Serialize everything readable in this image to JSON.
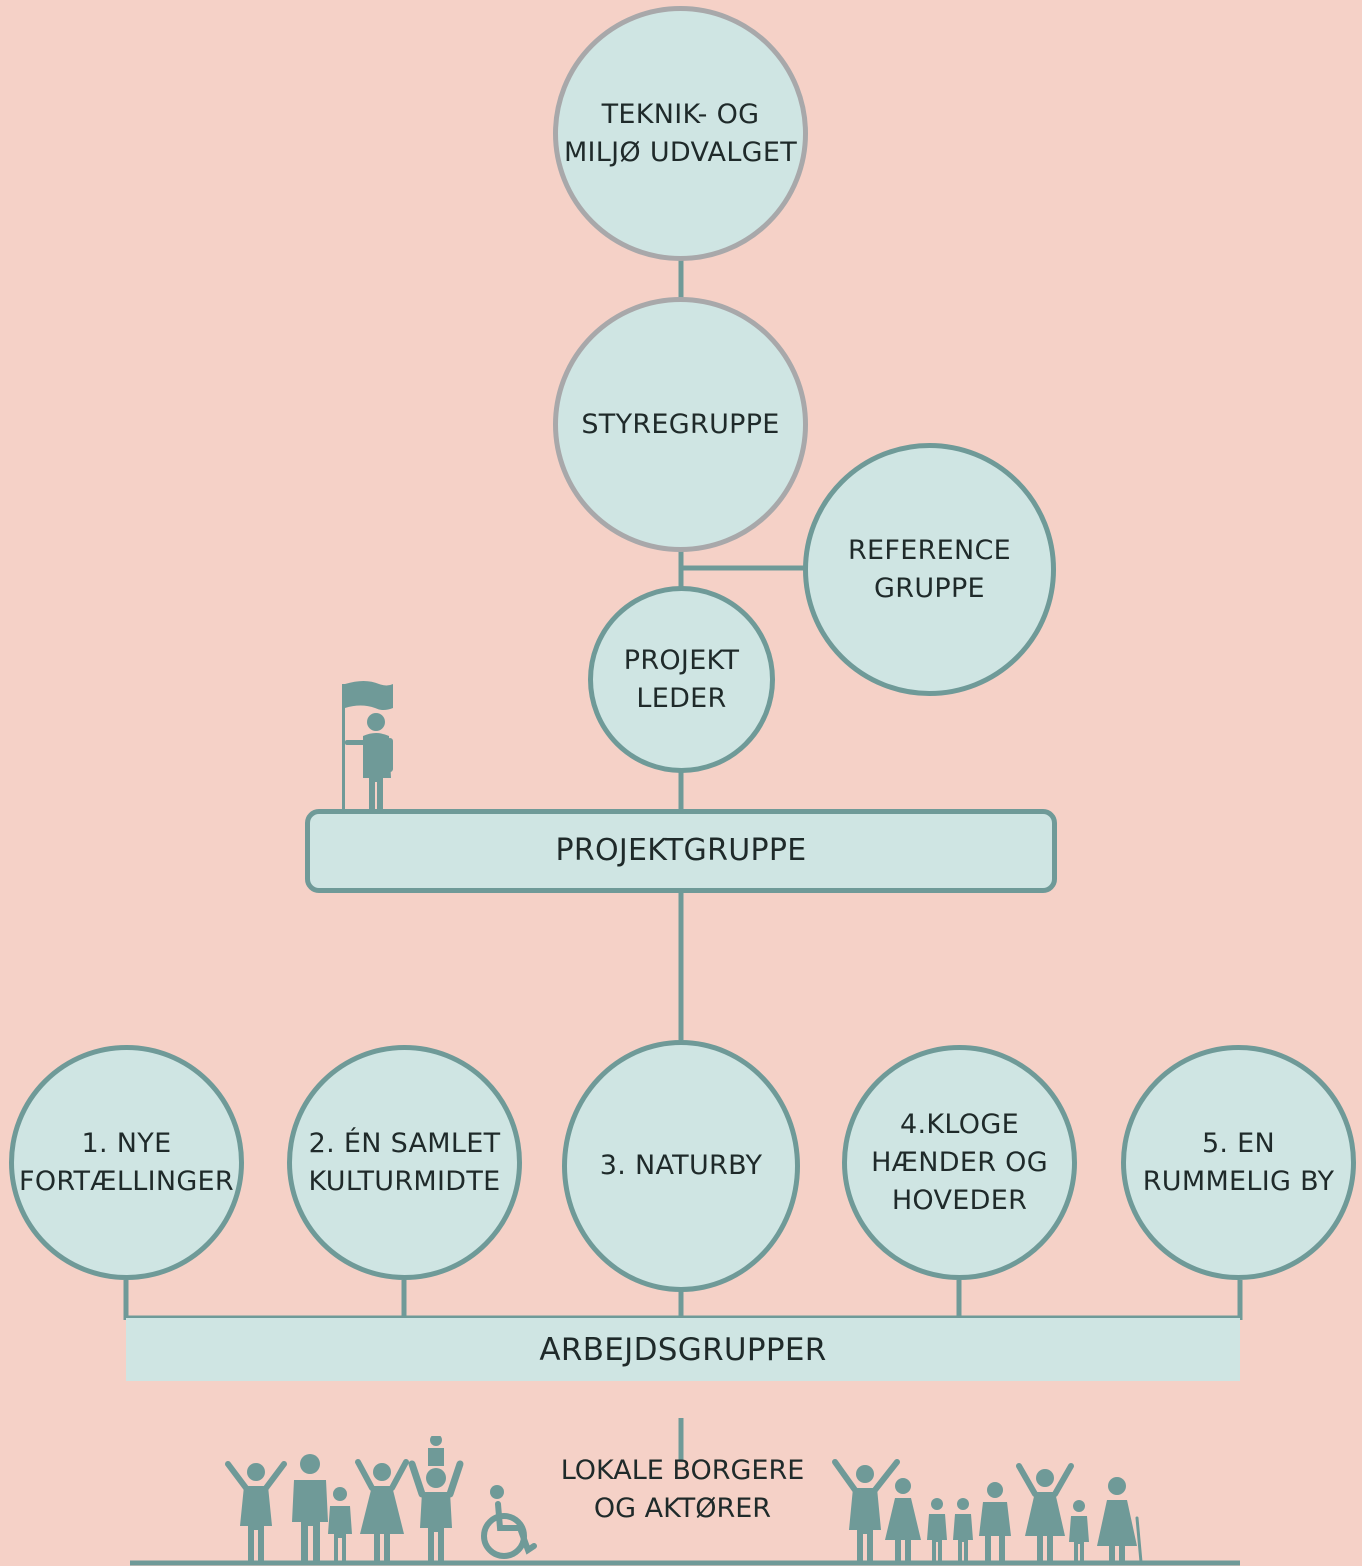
{
  "diagram": {
    "top_committee": "TEKNIK- OG\nMILJØ UDVALGET",
    "steering_group": "STYREGRUPPE",
    "reference_group": "REFERENCE\nGRUPPE",
    "project_leader": "PROJEKT\nLEDER",
    "project_group": "PROJEKTGRUPPE",
    "working_groups": [
      "1. NYE\nFORTÆLLINGER",
      "2. ÉN SAMLET\nKULTURMIDTE",
      "3. NATURBY",
      "4.KLOGE\nHÆNDER OG\nHOVEDER",
      "5. EN\nRUMMELIG BY"
    ],
    "working_groups_bar": "ARBEJDSGRUPPER",
    "citizens": "LOKALE BORGERE\nOG AKTØRER"
  },
  "colors": {
    "background": "#f5d1c7",
    "node_fill": "#cfe5e3",
    "teal": "#6f9a98",
    "grey_border": "#a8a8aa"
  },
  "icons": [
    "flag-person-icon",
    "people-group-icon",
    "wheelchair-icon"
  ]
}
